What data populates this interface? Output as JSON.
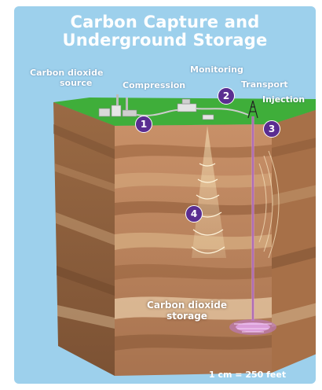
{
  "title_line1": "Carbon Capture and",
  "title_line2": "Underground Storage",
  "labels": {
    "co2_source_line1": "Carbon dioxide",
    "co2_source_line2": "source",
    "compression": "Compression",
    "monitoring": "Monitoring",
    "transport": "Transport",
    "injection": "Injection",
    "storage_line1": "Carbon dioxide",
    "storage_line2": "storage"
  },
  "badges": {
    "b1": "1",
    "b2": "2",
    "b3": "3",
    "b4": "4"
  },
  "scale": "1 cm = 250 feet",
  "colors": {
    "background": "#9dd0ec",
    "ground_surface": "#3fae3a",
    "badge": "#5a2d91",
    "injection_well": "#d28fd6",
    "front_face": "#b9825a",
    "side_face": "#8d5c3a"
  }
}
